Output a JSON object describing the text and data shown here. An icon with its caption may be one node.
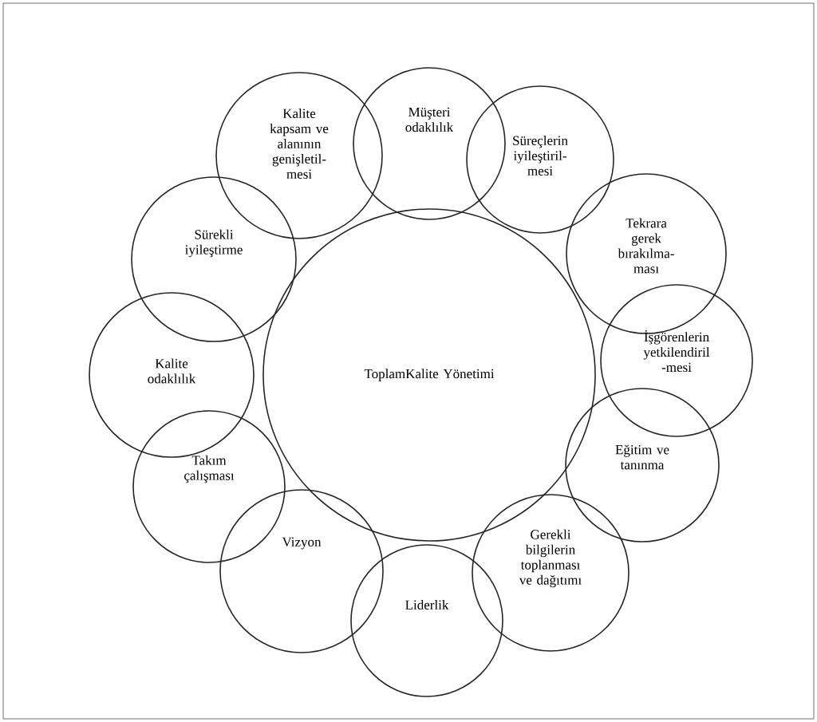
{
  "diagram": {
    "nodes": [
      {
        "text": [
          "ToplamKalite Yönetimi"
        ]
      },
      {
        "text": [
          "Müşteri odaklılık"
        ]
      },
      {
        "text": [
          "Süreçlerin iyileştiril- mesi"
        ]
      },
      {
        "text": [
          "Tekrara gerek bırakılma- ması"
        ]
      },
      {
        "text": [
          "İşgörenlerin yetkilendiril -mesi"
        ]
      },
      {
        "text": [
          "Eğitim ve tanınma"
        ]
      },
      {
        "text": [
          "Gerekli bilgilerin toplanması ve dağıtımı"
        ]
      },
      {
        "text": [
          "Liderlik"
        ]
      },
      {
        "text": [
          "Vizyon"
        ]
      },
      {
        "text": [
          "Takım çalışması"
        ]
      },
      {
        "text": [
          "Kalite odaklılık"
        ]
      },
      {
        "text": [
          "Sürekli iyileştirme"
        ]
      },
      {
        "text": [
          "Kalite kapsam ve alanının genişletil- mesi"
        ]
      }
    ]
  }
}
